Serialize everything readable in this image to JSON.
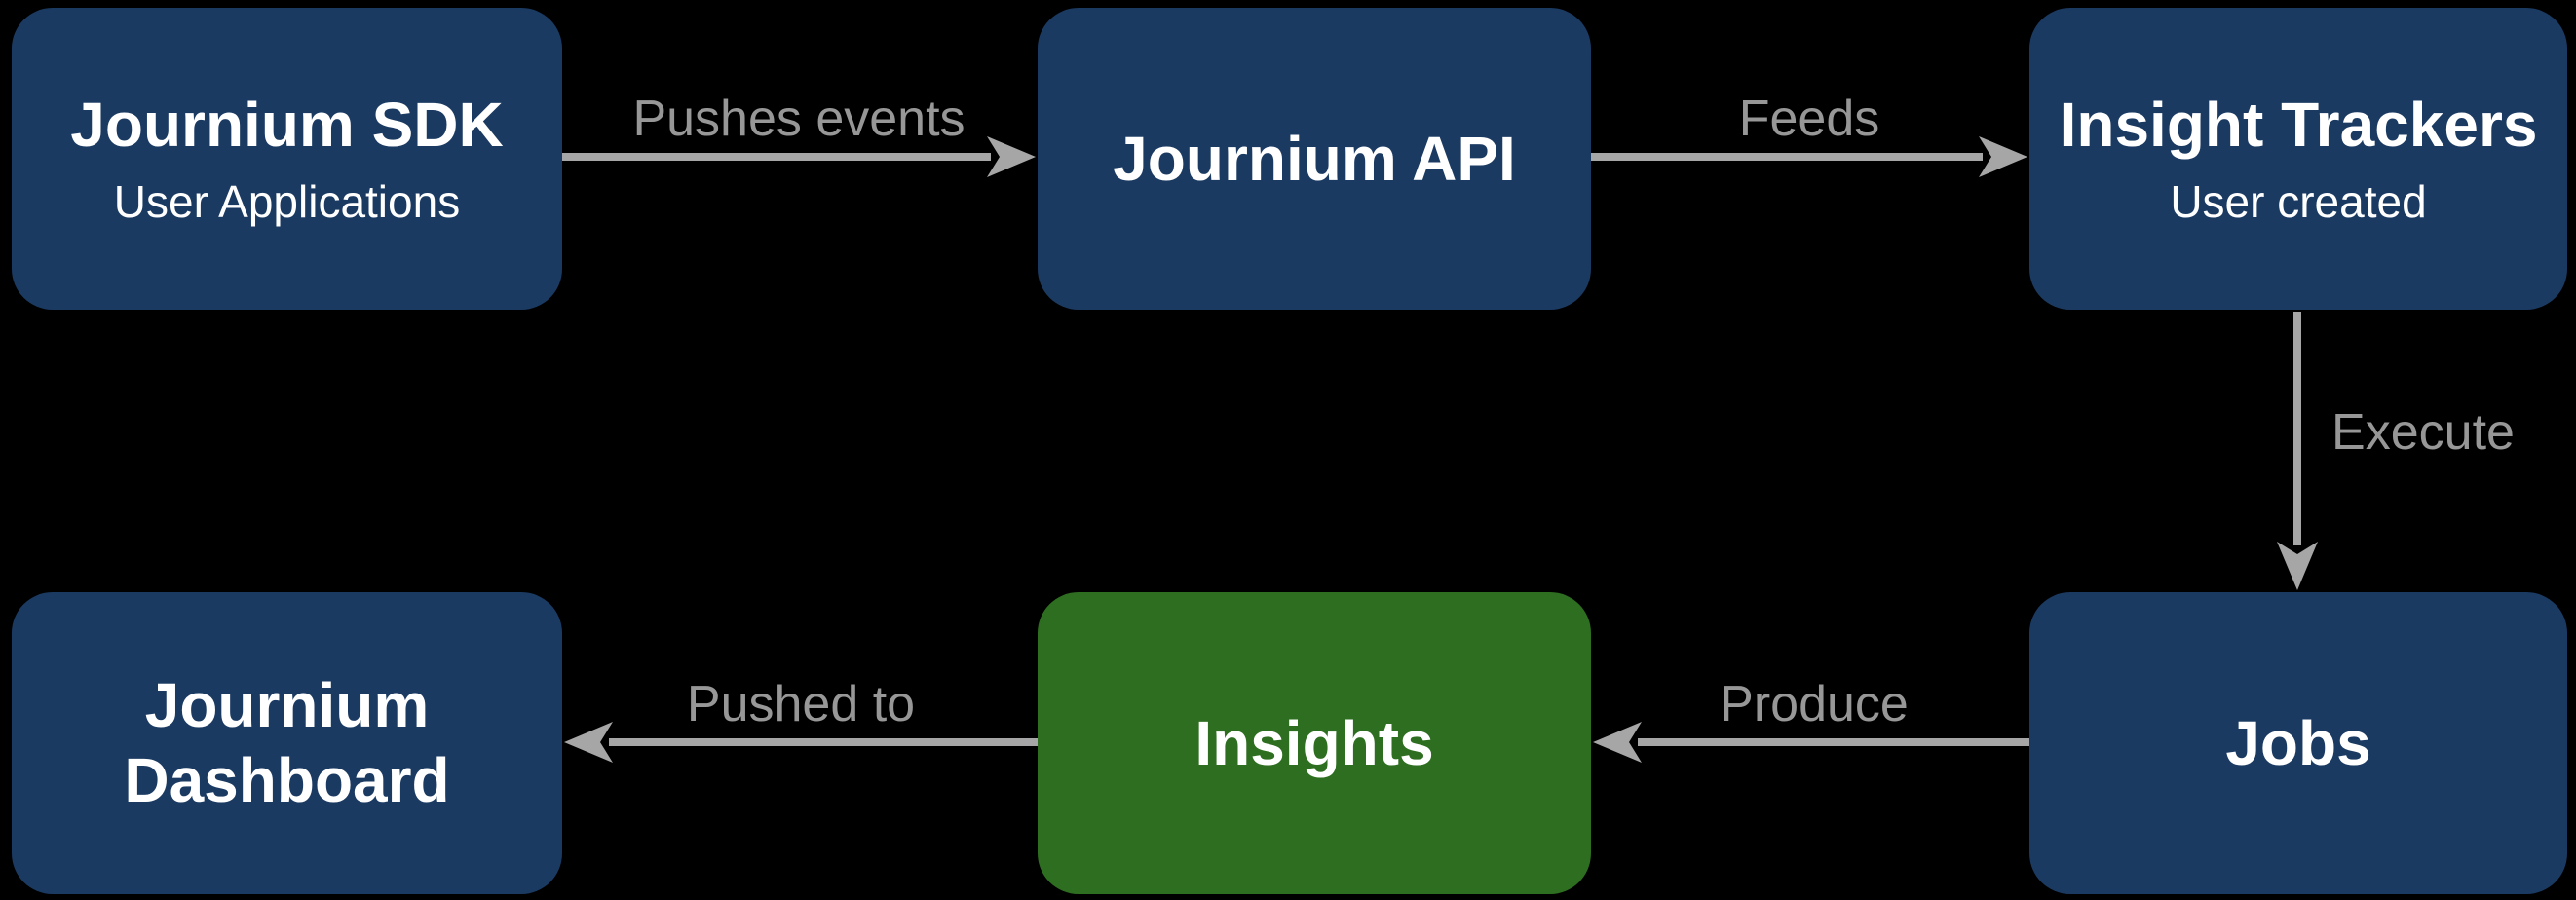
{
  "diagram": {
    "type": "flowchart",
    "background": "#000000",
    "nodes": [
      {
        "id": "journium-sdk",
        "title": "Journium SDK",
        "subtitle": "User Applications",
        "fill": "#1b3a62",
        "text_color": "#ffffff"
      },
      {
        "id": "journium-api",
        "title": "Journium API",
        "subtitle": "",
        "fill": "#1b3a62",
        "text_color": "#ffffff"
      },
      {
        "id": "insight-trackers",
        "title": "Insight Trackers",
        "subtitle": "User created",
        "fill": "#1b3a62",
        "text_color": "#ffffff"
      },
      {
        "id": "journium-dashboard",
        "title": "Journium Dashboard",
        "subtitle": "",
        "fill": "#1b3a62",
        "text_color": "#ffffff"
      },
      {
        "id": "insights",
        "title": "Insights",
        "subtitle": "",
        "fill": "#2e6e20",
        "text_color": "#ffffff"
      },
      {
        "id": "jobs",
        "title": "Jobs",
        "subtitle": "",
        "fill": "#1b3a62",
        "text_color": "#ffffff"
      }
    ],
    "edges": [
      {
        "from": "journium-sdk",
        "to": "journium-api",
        "label": "Pushes events",
        "direction": "right"
      },
      {
        "from": "journium-api",
        "to": "insight-trackers",
        "label": "Feeds",
        "direction": "right"
      },
      {
        "from": "insight-trackers",
        "to": "jobs",
        "label": "Execute",
        "direction": "down"
      },
      {
        "from": "jobs",
        "to": "insights",
        "label": "Produce",
        "direction": "left"
      },
      {
        "from": "insights",
        "to": "journium-dashboard",
        "label": "Pushed to",
        "direction": "left"
      }
    ]
  },
  "colors": {
    "background": "#000000",
    "node_navy": "#1b3a62",
    "node_green": "#2e6e20",
    "node_text": "#ffffff",
    "arrow": "#a6a6a6",
    "edge_label": "#979797"
  }
}
